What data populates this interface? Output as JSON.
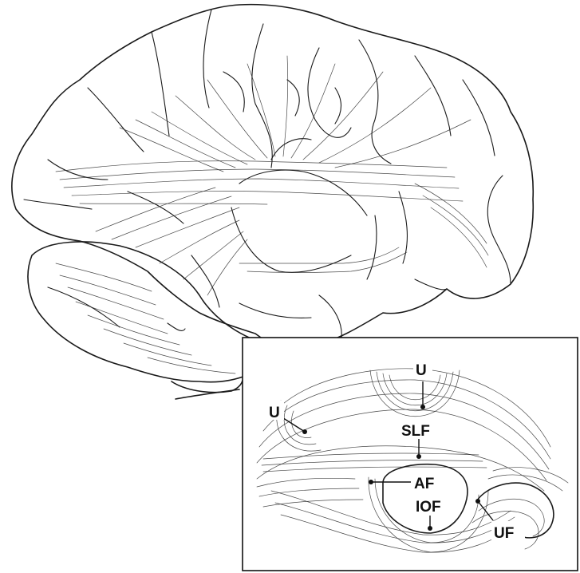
{
  "labels": {
    "u_top": "U",
    "u_left": "U",
    "slf": "SLF",
    "af": "AF",
    "iof": "IOF",
    "uf": "UF"
  },
  "colors": {
    "ink": "#111111",
    "background": "#ffffff"
  }
}
